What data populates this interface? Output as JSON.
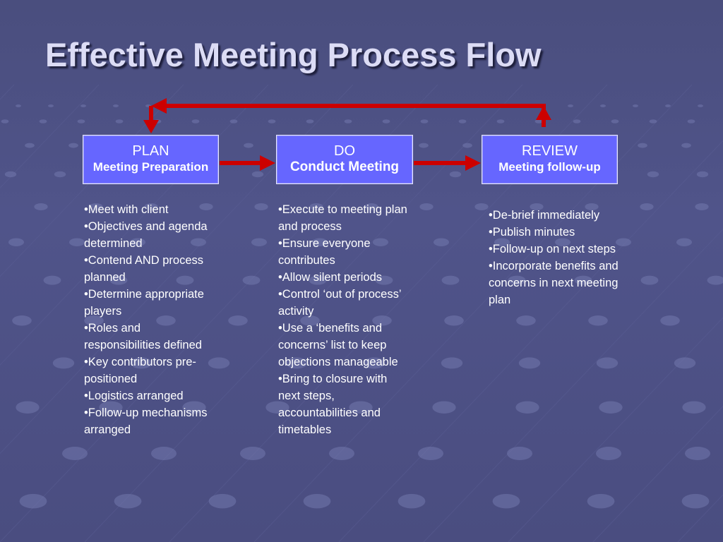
{
  "slide": {
    "title": "Effective Meeting Process Flow"
  },
  "boxes": {
    "plan": {
      "label": "PLAN",
      "sublabel": "Meeting Preparation"
    },
    "do": {
      "label": "DO",
      "sublabel": "Conduct Meeting"
    },
    "review": {
      "label": "REVIEW",
      "sublabel": "Meeting follow-up"
    }
  },
  "lists": {
    "plan": [
      "•Meet with client",
      "•Objectives and agenda determined",
      "•Contend AND process planned",
      "•Determine appropriate players",
      "•Roles and responsibilities defined",
      "•Key contributors pre-positioned",
      "•Logistics arranged",
      "•Follow-up mechanisms arranged"
    ],
    "do": [
      "•Execute to meeting plan and process",
      "•Ensure everyone contributes",
      "•Allow silent periods",
      "•Control ‘out of process’ activity",
      "•Use a ‘benefits and concerns’ list to keep objections manageable",
      "•Bring to closure with next steps, accountabilities and timetables"
    ],
    "review": [
      "•De-brief immediately",
      "•Publish minutes",
      "•Follow-up on next steps",
      "•Incorporate benefits and concerns in next meeting plan"
    ]
  },
  "colors": {
    "background": "#4e5286",
    "box_fill": "#6666ff",
    "arrow": "#cc0000",
    "title": "#dcdcf5"
  }
}
